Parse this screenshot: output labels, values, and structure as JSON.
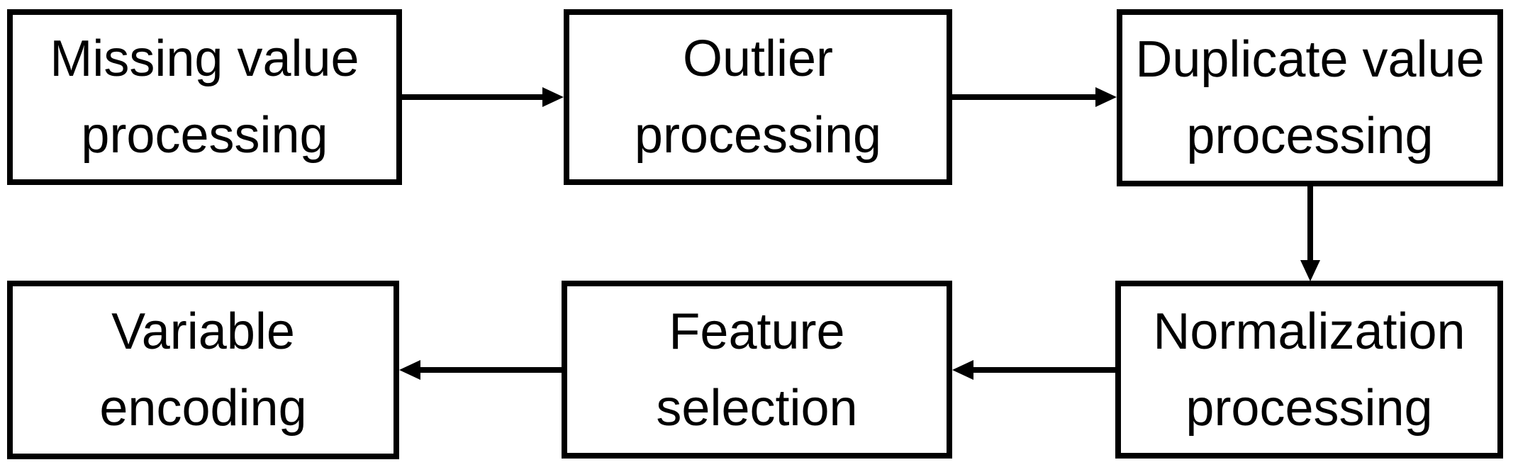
{
  "diagram": {
    "type": "flowchart",
    "colors": {
      "stroke": "#000000",
      "fill": "#ffffff",
      "text": "#000000"
    },
    "nodes": [
      {
        "id": "missing-value-processing",
        "lines": [
          "Missing value",
          "processing"
        ]
      },
      {
        "id": "outlier-processing",
        "lines": [
          "Outlier",
          "processing"
        ]
      },
      {
        "id": "duplicate-value-processing",
        "lines": [
          "Duplicate value",
          "processing"
        ]
      },
      {
        "id": "normalization-processing",
        "lines": [
          "Normalization",
          "processing"
        ]
      },
      {
        "id": "feature-selection",
        "lines": [
          "Feature",
          "selection"
        ]
      },
      {
        "id": "variable-encoding",
        "lines": [
          "Variable",
          "encoding"
        ]
      }
    ],
    "edges": [
      {
        "from": "missing-value-processing",
        "to": "outlier-processing",
        "direction": "right"
      },
      {
        "from": "outlier-processing",
        "to": "duplicate-value-processing",
        "direction": "right"
      },
      {
        "from": "duplicate-value-processing",
        "to": "normalization-processing",
        "direction": "down"
      },
      {
        "from": "normalization-processing",
        "to": "feature-selection",
        "direction": "left"
      },
      {
        "from": "feature-selection",
        "to": "variable-encoding",
        "direction": "left"
      }
    ]
  }
}
